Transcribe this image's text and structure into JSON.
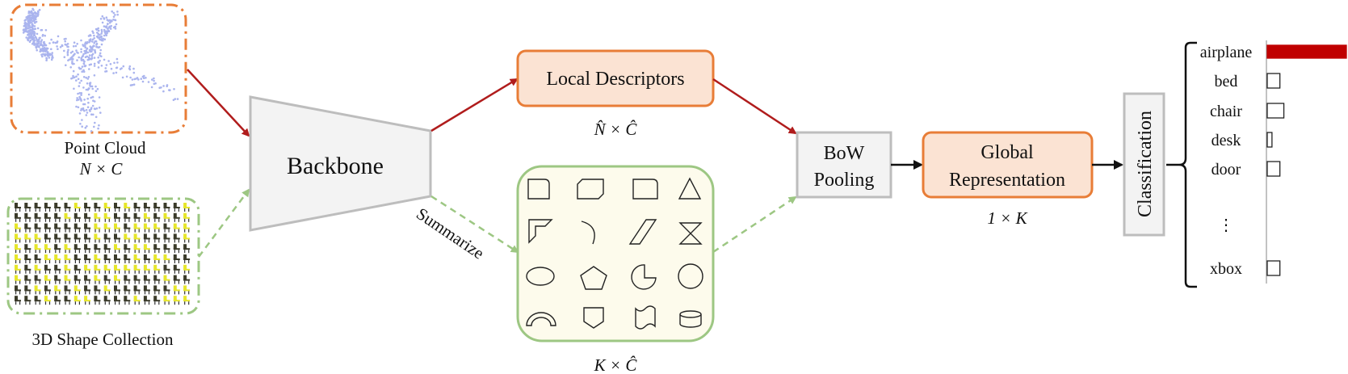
{
  "inputs": {
    "point_cloud_label": "Point Cloud",
    "point_cloud_dim": "N × C",
    "collection_label": "3D Shape Collection"
  },
  "backbone": {
    "label": "Backbone"
  },
  "local_descriptors": {
    "label": "Local Descriptors",
    "dim": "N̂ × Ĉ"
  },
  "summarize_label": "Summarize",
  "codebook": {
    "dim": "K × Ĉ"
  },
  "bow": {
    "line1": "BoW",
    "line2": "Pooling"
  },
  "global_rep": {
    "line1": "Global",
    "line2": "Representation",
    "dim": "1 × K"
  },
  "classification": {
    "label": "Classification"
  },
  "class_scores": [
    {
      "name": "airplane",
      "score": 1.0
    },
    {
      "name": "bed",
      "score": 0.16
    },
    {
      "name": "chair",
      "score": 0.21
    },
    {
      "name": "desk",
      "score": 0.06
    },
    {
      "name": "door",
      "score": 0.16
    },
    {
      "name": "⋮",
      "score": null
    },
    {
      "name": "xbox",
      "score": 0.16
    }
  ],
  "colors": {
    "orange": "#e87d37",
    "orange_fill": "#fbe3d3",
    "green": "#9dc783",
    "green_fill": "#fdfbec",
    "gray": "#bdbdbd",
    "gray_fill": "#f3f3f3",
    "red_arrow": "#b01c1c",
    "bar_red": "#c00000",
    "point_blue": "#aab4ee",
    "chair_yellow": "#e6e62a"
  }
}
